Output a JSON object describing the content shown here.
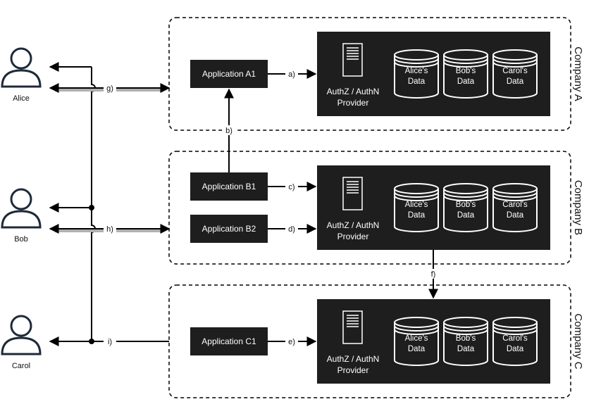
{
  "people": [
    {
      "name": "Alice"
    },
    {
      "name": "Bob"
    },
    {
      "name": "Carol"
    }
  ],
  "companies": [
    {
      "name": "Company A",
      "applications": [
        "Application A1"
      ],
      "provider": {
        "line1": "AuthZ / AuthN",
        "line2": "Provider"
      },
      "stores": [
        {
          "line1": "Alice's",
          "line2": "Data"
        },
        {
          "line1": "Bob's",
          "line2": "Data"
        },
        {
          "line1": "Carol's",
          "line2": "Data"
        }
      ]
    },
    {
      "name": "Company B",
      "applications": [
        "Application B1",
        "Application B2"
      ],
      "provider": {
        "line1": "AuthZ / AuthN",
        "line2": "Provider"
      },
      "stores": [
        {
          "line1": "Alice's",
          "line2": "Data"
        },
        {
          "line1": "Bob's",
          "line2": "Data"
        },
        {
          "line1": "Carol's",
          "line2": "Data"
        }
      ]
    },
    {
      "name": "Company C",
      "applications": [
        "Application C1"
      ],
      "provider": {
        "line1": "AuthZ / AuthN",
        "line2": "Provider"
      },
      "stores": [
        {
          "line1": "Alice's",
          "line2": "Data"
        },
        {
          "line1": "Bob's",
          "line2": "Data"
        },
        {
          "line1": "Carol's",
          "line2": "Data"
        }
      ]
    }
  ],
  "edges": {
    "a": "a)",
    "b": "b)",
    "c": "c)",
    "d": "d)",
    "e": "e)",
    "f": "f)",
    "g": "g)",
    "h": "h)",
    "i": "i)"
  },
  "colors": {
    "box": "#1e1e1e",
    "line": "#000000",
    "shadow": "#b0b0b0"
  }
}
